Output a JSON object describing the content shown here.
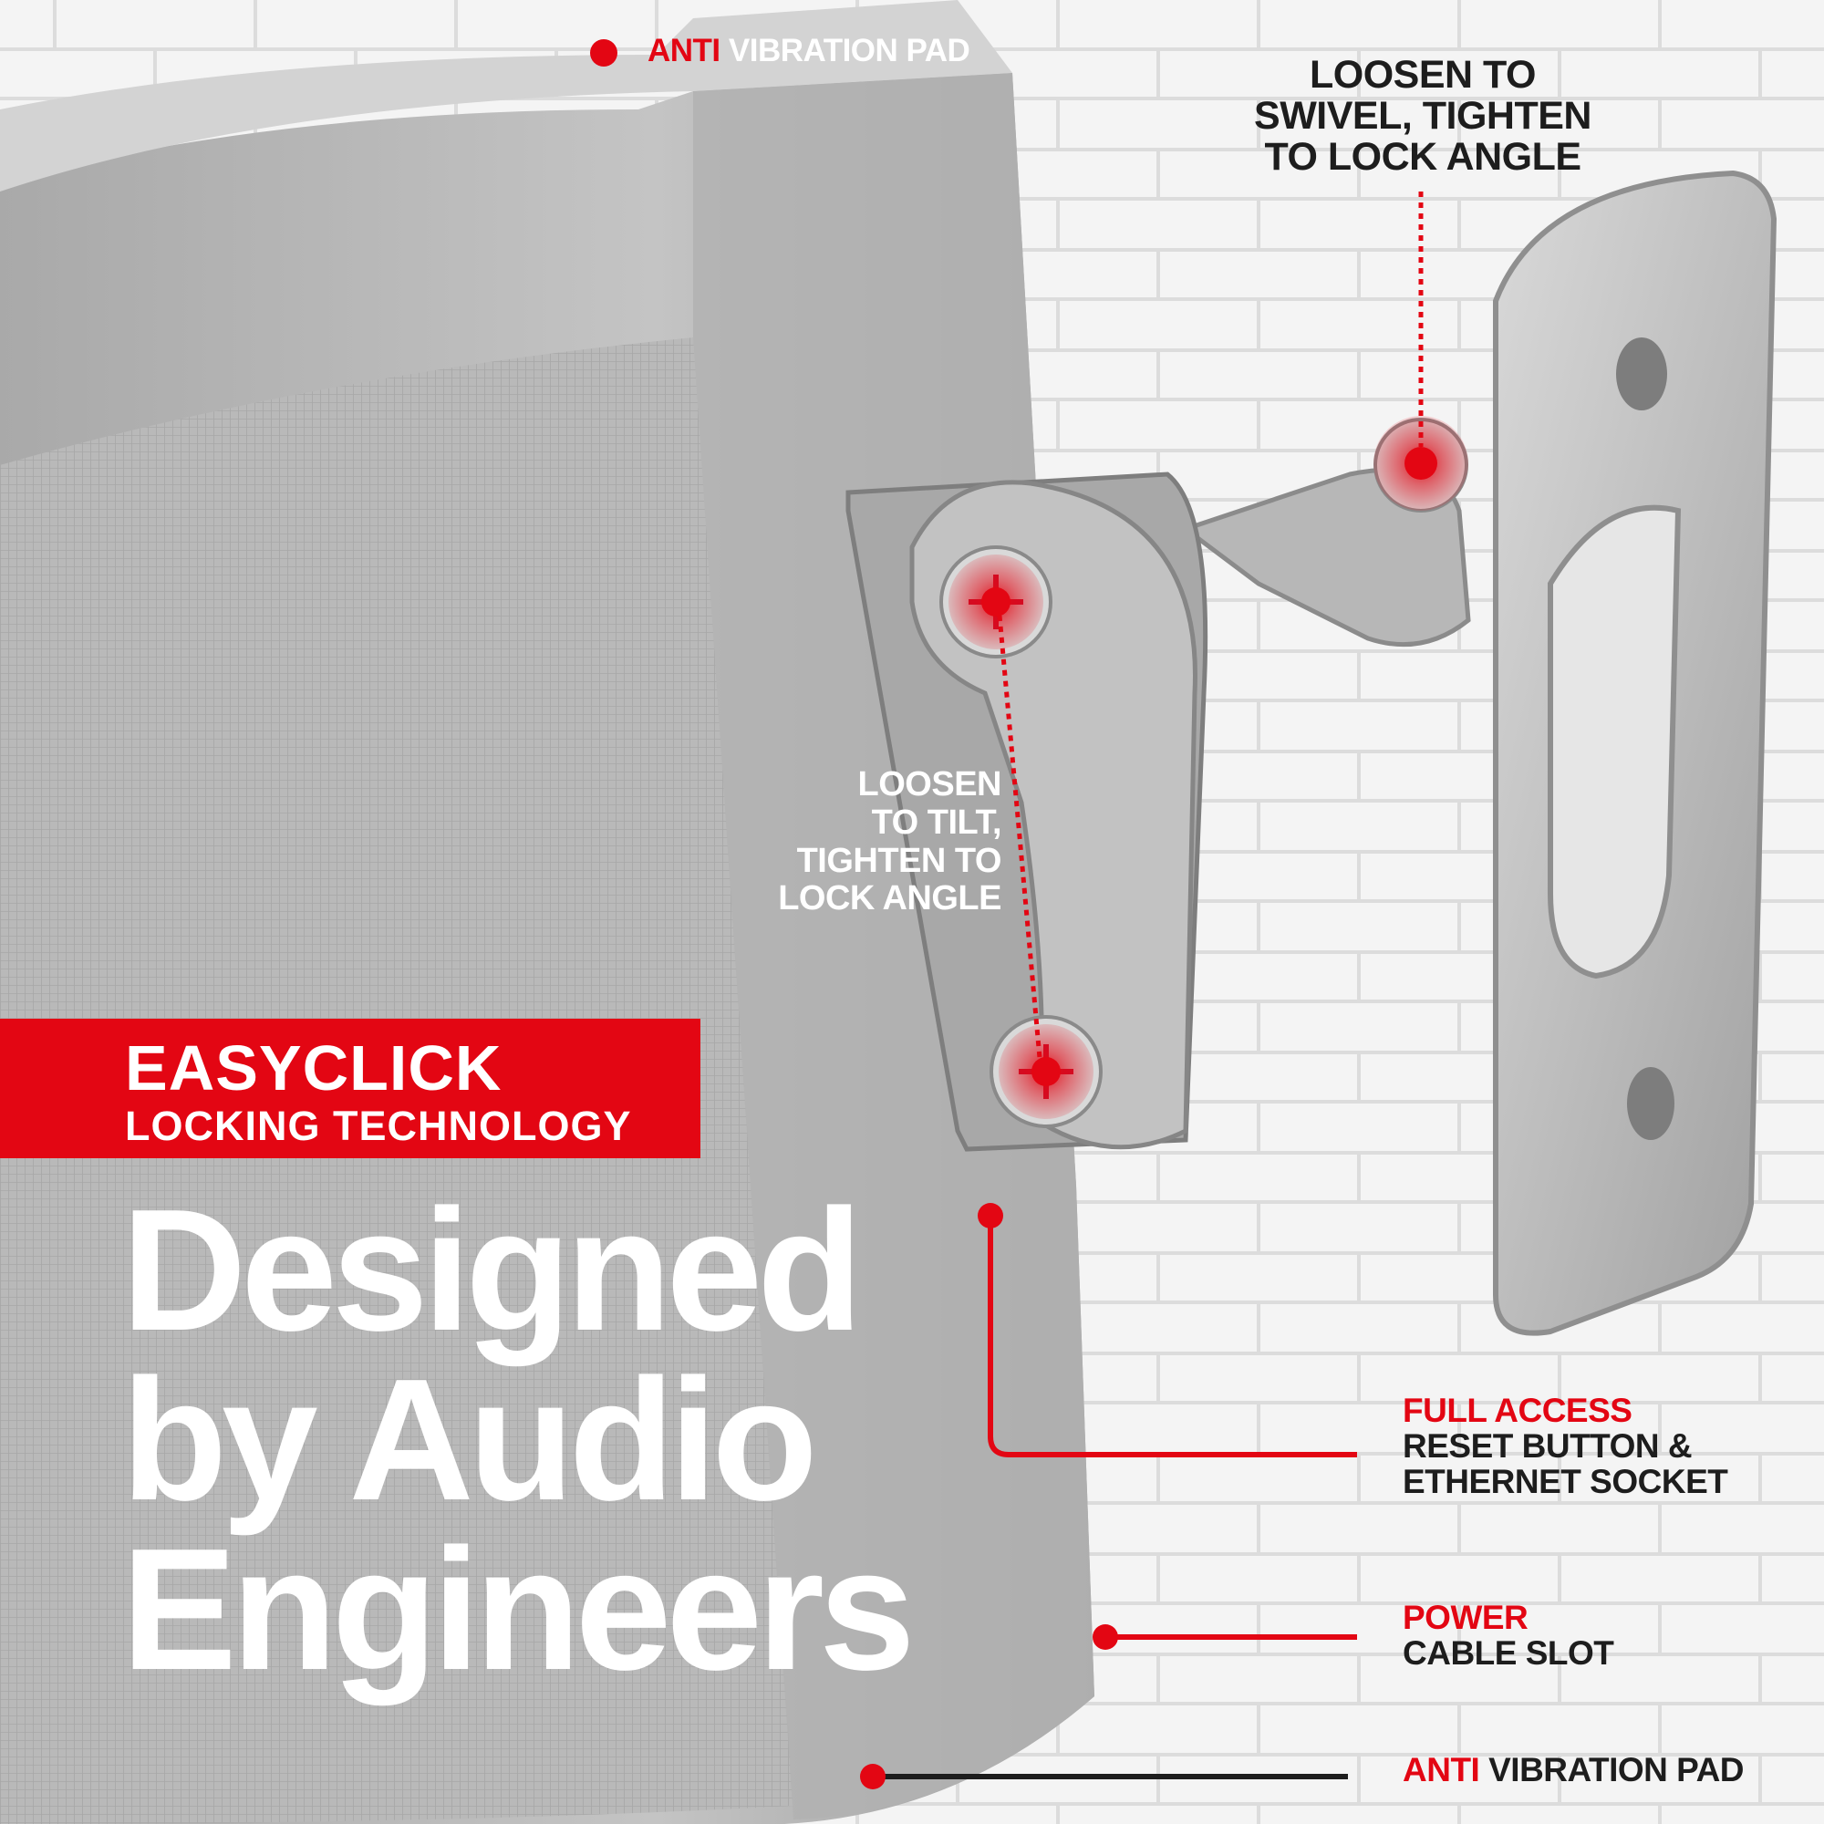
{
  "callouts": {
    "top_pad": {
      "accent": "ANTI",
      "text": "VIBRATION PAD"
    },
    "swivel": {
      "lines": [
        "LOOSEN TO",
        "SWIVEL, TIGHTEN",
        "TO LOCK ANGLE"
      ]
    },
    "tilt": {
      "lines": [
        "LOOSEN",
        "TO TILT,",
        "TIGHTEN TO",
        "LOCK ANGLE"
      ]
    },
    "full_access": {
      "accent": "FULL ACCESS",
      "lines": [
        "RESET BUTTON &",
        "ETHERNET SOCKET"
      ]
    },
    "power": {
      "accent": "POWER",
      "text": "CABLE SLOT"
    },
    "bottom_pad": {
      "accent": "ANTI",
      "text": "VIBRATION PAD"
    }
  },
  "banner": {
    "title": "EASYCLICK",
    "subtitle": "LOCKING TECHNOLOGY"
  },
  "headline": {
    "lines": [
      "Designed",
      "by Audio",
      "Engineers"
    ]
  },
  "colors": {
    "accent": "#e30613",
    "text_dark": "#1d1d1d",
    "text_light": "#ffffff"
  }
}
